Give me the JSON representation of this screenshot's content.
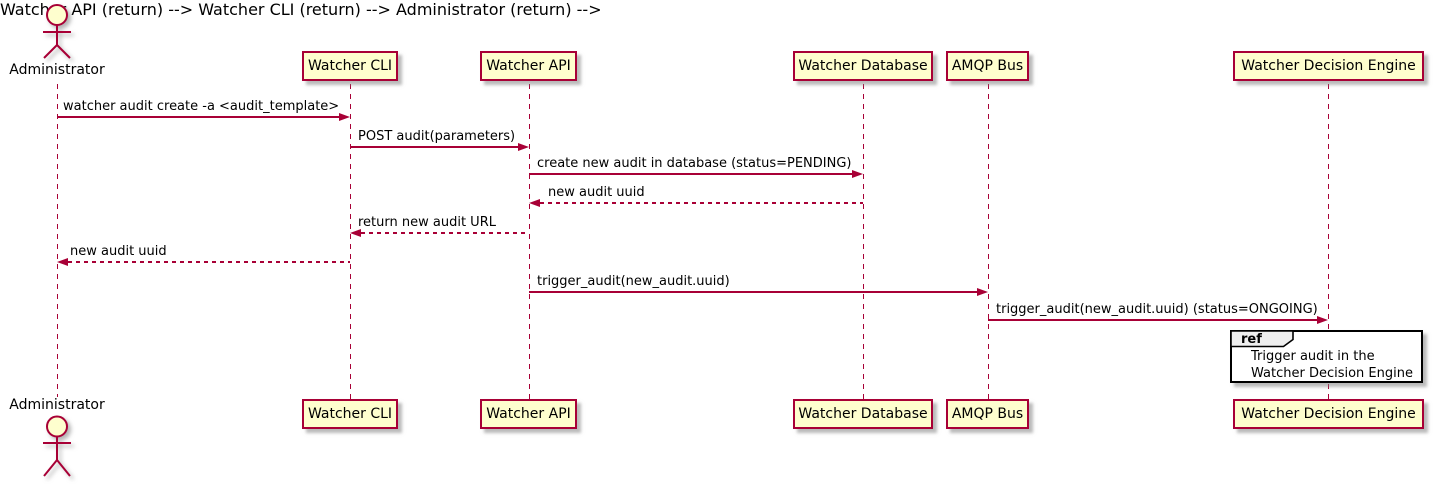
{
  "diagram_type": "plantuml-sequence",
  "actor": {
    "name": "Administrator"
  },
  "participants": [
    {
      "name": "Watcher CLI"
    },
    {
      "name": "Watcher API"
    },
    {
      "name": "Watcher Database"
    },
    {
      "name": "AMQP Bus"
    },
    {
      "name": "Watcher Decision Engine"
    }
  ],
  "messages": [
    {
      "from": "Administrator",
      "to": "Watcher CLI",
      "text": "watcher audit create -a <audit_template>",
      "line": "solid",
      "direction": "right"
    },
    {
      "from": "Watcher CLI",
      "to": "Watcher API",
      "text": "POST audit(parameters)",
      "line": "solid",
      "direction": "right"
    },
    {
      "from": "Watcher API",
      "to": "Watcher Database",
      "text": "create new audit in database (status=PENDING)",
      "line": "solid",
      "direction": "right"
    },
    {
      "from": "Watcher Database",
      "to": "Watcher API",
      "text": "new audit uuid",
      "line": "dashed",
      "direction": "left"
    },
    {
      "from": "Watcher API",
      "to": "Watcher CLI",
      "text": "return new audit URL",
      "line": "dashed",
      "direction": "left"
    },
    {
      "from": "Watcher CLI",
      "to": "Administrator",
      "text": "new audit uuid",
      "line": "dashed",
      "direction": "left"
    },
    {
      "from": "Watcher API",
      "to": "AMQP Bus",
      "text": "trigger_audit(new_audit.uuid)",
      "line": "solid",
      "direction": "right"
    },
    {
      "from": "AMQP Bus",
      "to": "Watcher Decision Engine",
      "text": "trigger_audit(new_audit.uuid) (status=ONGOING)",
      "line": "solid",
      "direction": "right"
    }
  ],
  "ref": {
    "keyword": "ref",
    "line1": "Trigger audit in the",
    "line2": "Watcher Decision Engine"
  },
  "colors": {
    "stroke": "#A80036",
    "participant_fill": "#FEFECE",
    "text": "#000000",
    "ref_border": "#000000",
    "ref_header_fill": "#EEEEEE",
    "background": "#FFFFFF"
  }
}
